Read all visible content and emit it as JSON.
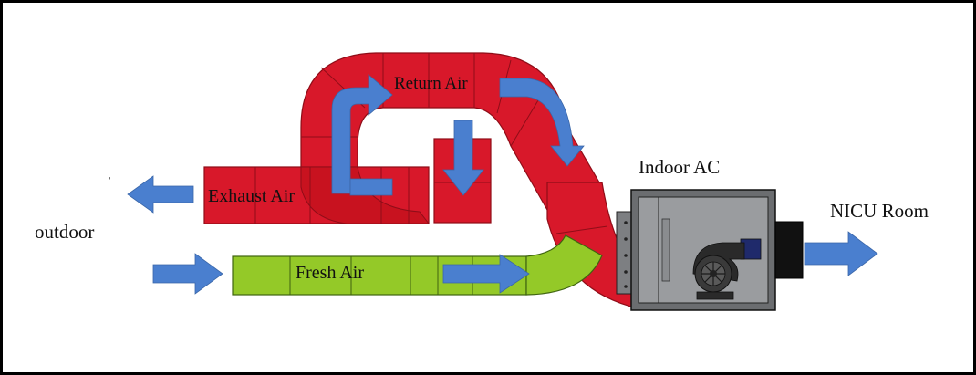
{
  "labels": {
    "return_air": "Return Air",
    "exhaust_air": "Exhaust Air",
    "fresh_air": "Fresh Air",
    "indoor_ac": "Indoor AC",
    "nicu_room": "NICU Room",
    "outdoor": "outdoor",
    "stray_mark": "ʾ"
  },
  "colors": {
    "return_duct": "#d8182a",
    "return_duct_dark": "#8f0d18",
    "fresh_duct": "#94c928",
    "fresh_duct_dark": "#3f6410",
    "arrow": "#4a7fcf",
    "ac_body": "#6b6d70",
    "ac_panel": "#9a9c9f",
    "border": "#000000"
  },
  "icons": [
    "arrow-icon",
    "fan-icon",
    "indoor-ac-unit"
  ]
}
